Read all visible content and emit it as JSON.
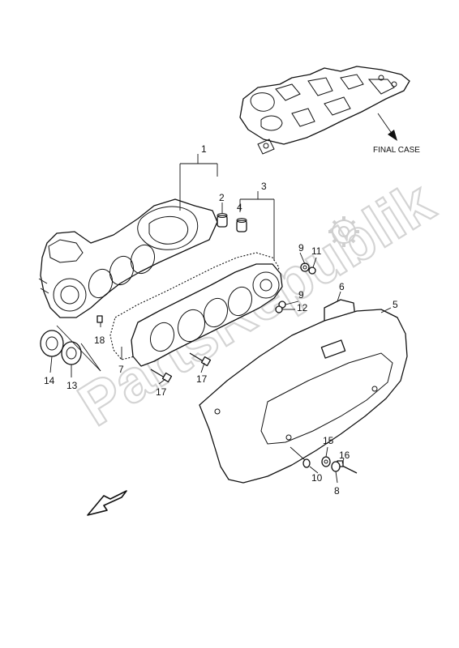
{
  "callouts": [
    {
      "id": "p1",
      "text": "1"
    },
    {
      "id": "p2",
      "text": "2"
    },
    {
      "id": "p3",
      "text": "3"
    },
    {
      "id": "p4",
      "text": "4"
    },
    {
      "id": "p5",
      "text": "5"
    },
    {
      "id": "p6",
      "text": "6"
    },
    {
      "id": "p7",
      "text": "7"
    },
    {
      "id": "p8",
      "text": "8"
    },
    {
      "id": "p9a",
      "text": "9"
    },
    {
      "id": "p9b",
      "text": "9"
    },
    {
      "id": "p10",
      "text": "10"
    },
    {
      "id": "p11",
      "text": "11"
    },
    {
      "id": "p12",
      "text": "12"
    },
    {
      "id": "p13",
      "text": "13"
    },
    {
      "id": "p14",
      "text": "14"
    },
    {
      "id": "p15",
      "text": "15"
    },
    {
      "id": "p16",
      "text": "16"
    },
    {
      "id": "p17a",
      "text": "17"
    },
    {
      "id": "p17b",
      "text": "17"
    },
    {
      "id": "p18",
      "text": "18"
    }
  ],
  "final_case_label": "FINAL CASE",
  "watermark": "PartsRepublik",
  "icons": {
    "direction_arrow": "front-direction-arrow-icon",
    "gear": "gear-icon"
  }
}
